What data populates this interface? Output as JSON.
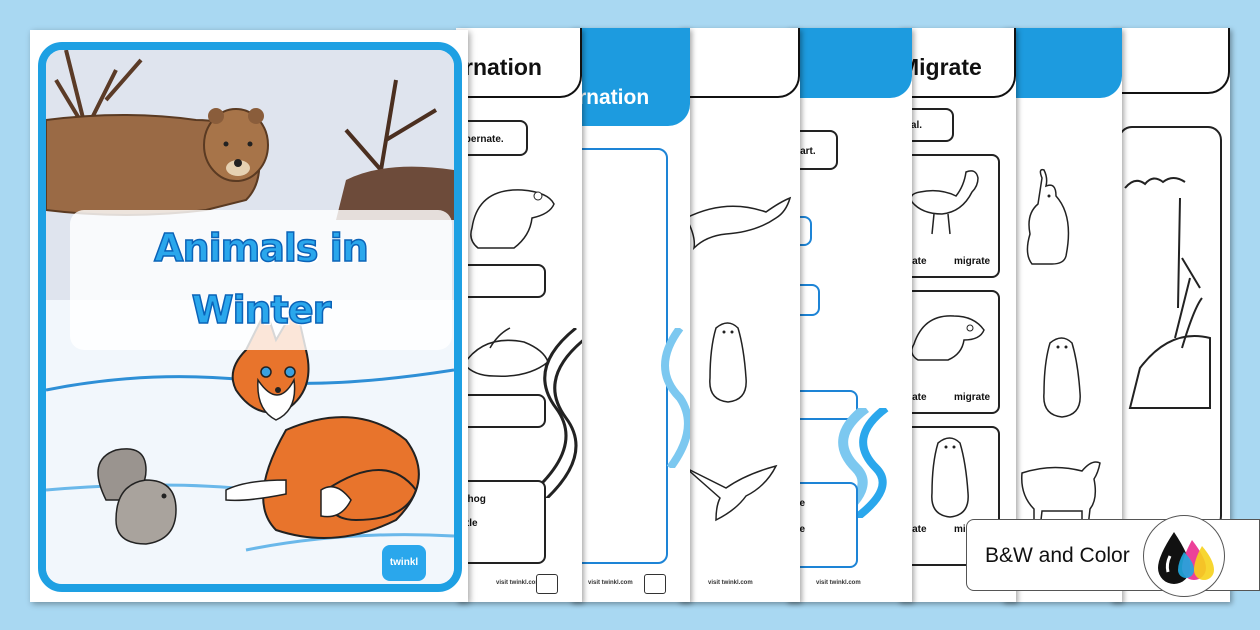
{
  "cover": {
    "title_line1": "Animals in",
    "title_line2": "Winter",
    "logo_text": "twinkl"
  },
  "pages": [
    {
      "id": "p1",
      "header": "rnation",
      "header_style": "white",
      "labels": [
        "ibernate.",
        "ehog",
        "rtle"
      ],
      "footer": "visit twinkl.com"
    },
    {
      "id": "p2",
      "header": "rnation",
      "header_style": "blue",
      "labels": [],
      "footer": "visit twinkl.com"
    },
    {
      "id": "p3",
      "header": "",
      "header_style": "white",
      "labels": [],
      "footer": "visit twinkl.com"
    },
    {
      "id": "p4",
      "header": "",
      "header_style": "blue",
      "labels": [
        "part.",
        "se",
        "ye"
      ],
      "footer": "visit twinkl.com"
    },
    {
      "id": "p5",
      "header": "Migrate",
      "header_style": "white",
      "labels": [
        "mal.",
        "nate",
        "migrate",
        "nate",
        "migrate",
        "nate",
        "migrate"
      ],
      "footer": ""
    },
    {
      "id": "p6",
      "header": "",
      "header_style": "blue",
      "labels": [],
      "footer": ""
    },
    {
      "id": "p7",
      "header": "",
      "header_style": "white",
      "labels": [],
      "footer": ""
    }
  ],
  "badge": {
    "label": "B&W and Color",
    "icon": "ink-drops-icon"
  },
  "colors": {
    "background": "#a9d8f2",
    "accent_blue": "#1d9bdf",
    "fox_orange": "#e8742c"
  }
}
